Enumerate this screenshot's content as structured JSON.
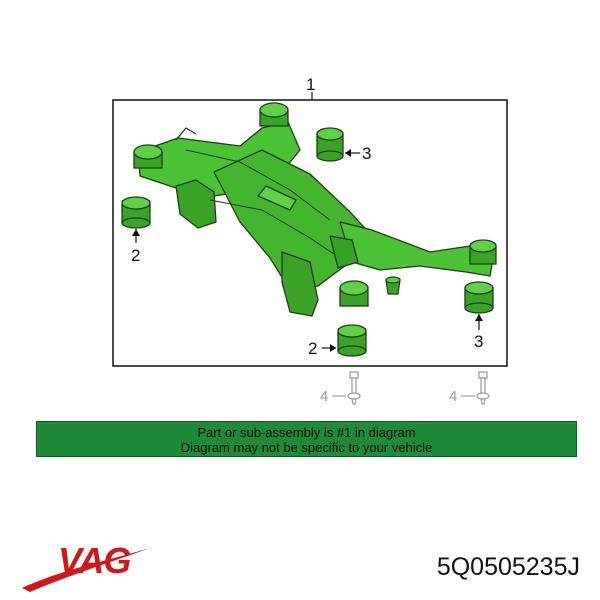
{
  "diagram": {
    "callouts": {
      "main": "1",
      "bushing_top": "3",
      "bushing_left": "2",
      "bushing_bottom": "2",
      "bushing_right": "3",
      "bolt_left": "4",
      "bolt_right": "4"
    },
    "part_color": "#3b8a2a",
    "part_fill": "#4cc236"
  },
  "banner": {
    "line1": "Part or sub-assembly is #1 in diagram",
    "line2": "Diagram may not be specific to your vehicle",
    "color": "#1e8a3a"
  },
  "brand": {
    "name": "VAG",
    "color": "#d01818"
  },
  "part_number": "5Q0505235J"
}
